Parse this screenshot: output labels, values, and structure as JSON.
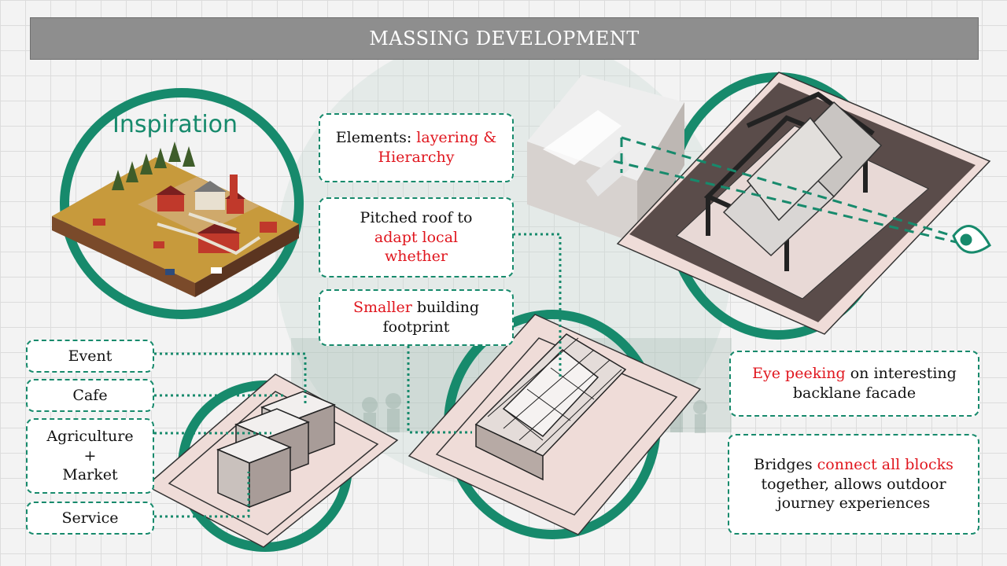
{
  "title": "MASSING DEVELOPMENT",
  "inspiration_label": "Inspiration",
  "callouts": {
    "elements": {
      "prefix": "Elements: ",
      "highlight": "layering & Hierarchy"
    },
    "pitched": {
      "line1": "Pitched roof to",
      "highlight": "adapt local whether"
    },
    "smaller": {
      "highlight": "Smaller",
      "rest": " building",
      "line2": "footprint"
    },
    "eye": {
      "highlight": "Eye peeking",
      "rest": " on interesting",
      "line2": "backlane facade"
    },
    "bridges": {
      "line1a": "Bridges ",
      "highlight": "connect all blocks",
      "line2": "together, allows outdoor",
      "line3": "journey experiences"
    }
  },
  "programs": {
    "event": "Event",
    "cafe": "Cafe",
    "agriculture": "Agriculture",
    "plus": "+",
    "market": "Market",
    "service": "Service"
  },
  "colors": {
    "accent_green": "#178a6c",
    "highlight_red": "#e0161e",
    "title_bar": "#8e8e8e"
  }
}
